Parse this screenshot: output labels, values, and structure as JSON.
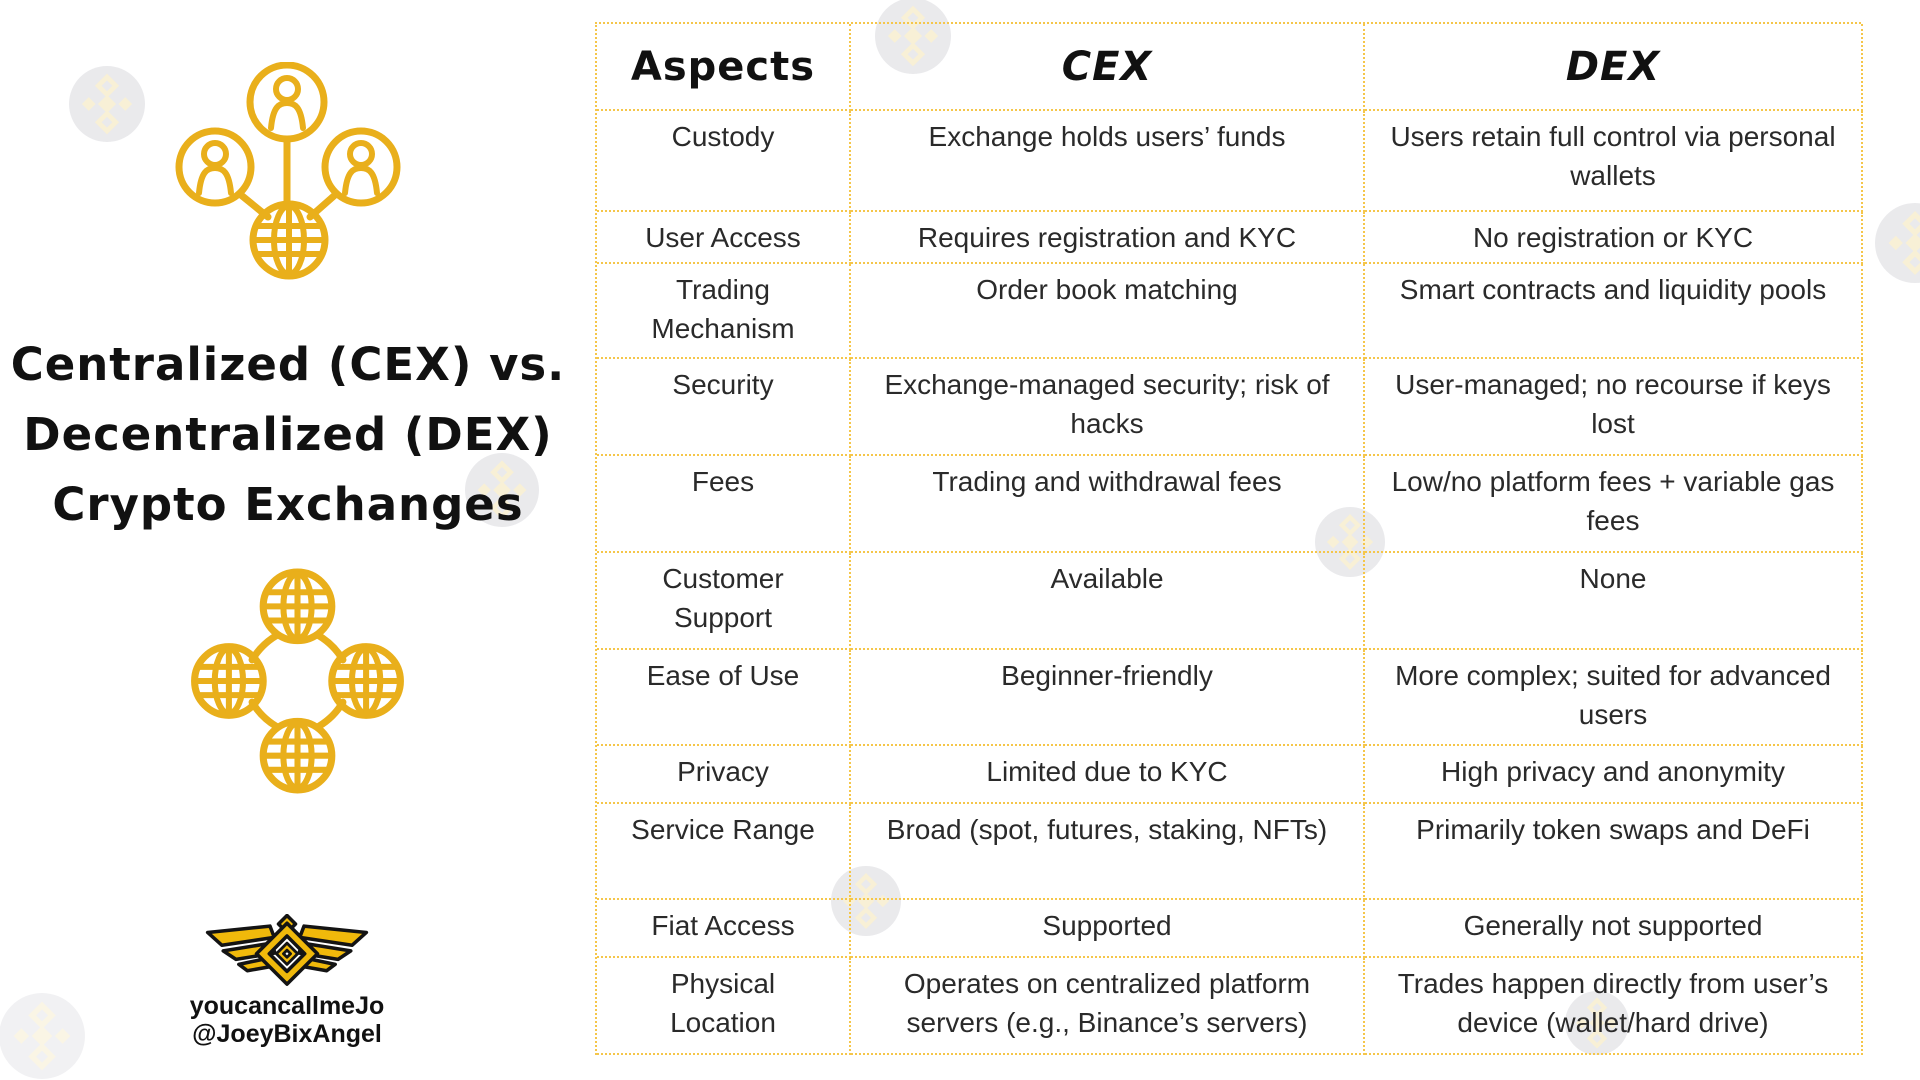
{
  "branding": {
    "title_lines": [
      "Centralized (CEX) vs.",
      "Decentralized (DEX)",
      "Crypto Exchanges"
    ],
    "handle_name": "youcancallmeJo",
    "handle_at": "@JoeyBixAngel",
    "colors": {
      "icon_gold": "#E9AF1B",
      "table_border_yellow": "#F5C64A",
      "text_dark": "#2A2A2A",
      "watermark_grey": "#E9E9EC",
      "watermark_gold": "#F8F0D4",
      "emblem_gold": "#F0B90B",
      "emblem_black": "#141414"
    },
    "icons": {
      "network_icon": "three users connected to a globe",
      "globes_icon": "four globes connected in a ring",
      "emblem_icon": "winged diamond emblem",
      "watermark_icon": "binance diamond logo in grey circle"
    }
  },
  "table": {
    "headers": [
      "Aspects",
      "CEX",
      "DEX"
    ],
    "rows": [
      {
        "aspect": "Custody",
        "cex": "Exchange holds users’ funds",
        "dex": "Users retain full control via personal wallets"
      },
      {
        "aspect": "User Access",
        "cex": "Requires registration and KYC",
        "dex": "No registration or KYC"
      },
      {
        "aspect": "Trading Mechanism",
        "cex": "Order book matching",
        "dex": "Smart contracts and liquidity pools"
      },
      {
        "aspect": "Security",
        "cex": "Exchange-managed security; risk of hacks",
        "dex": "User-managed; no recourse if keys lost"
      },
      {
        "aspect": "Fees",
        "cex": "Trading and withdrawal fees",
        "dex": "Low/no platform fees + variable gas fees"
      },
      {
        "aspect": "Customer Support",
        "cex": "Available",
        "dex": "None"
      },
      {
        "aspect": "Ease of Use",
        "cex": "Beginner-friendly",
        "dex": "More complex; suited for advanced users"
      },
      {
        "aspect": "Privacy",
        "cex": "Limited due to KYC",
        "dex": "High privacy and anonymity"
      },
      {
        "aspect": "Service Range",
        "cex": "Broad (spot, futures, staking, NFTs)",
        "dex": "Primarily token swaps and DeFi"
      },
      {
        "aspect": "Fiat Access",
        "cex": "Supported",
        "dex": "Generally not supported"
      },
      {
        "aspect": "Physical Location",
        "cex": "Operates on centralized platform servers (e.g., Binance’s servers)",
        "dex": "Trades happen directly from user’s device (wallet/hard drive)"
      }
    ]
  }
}
